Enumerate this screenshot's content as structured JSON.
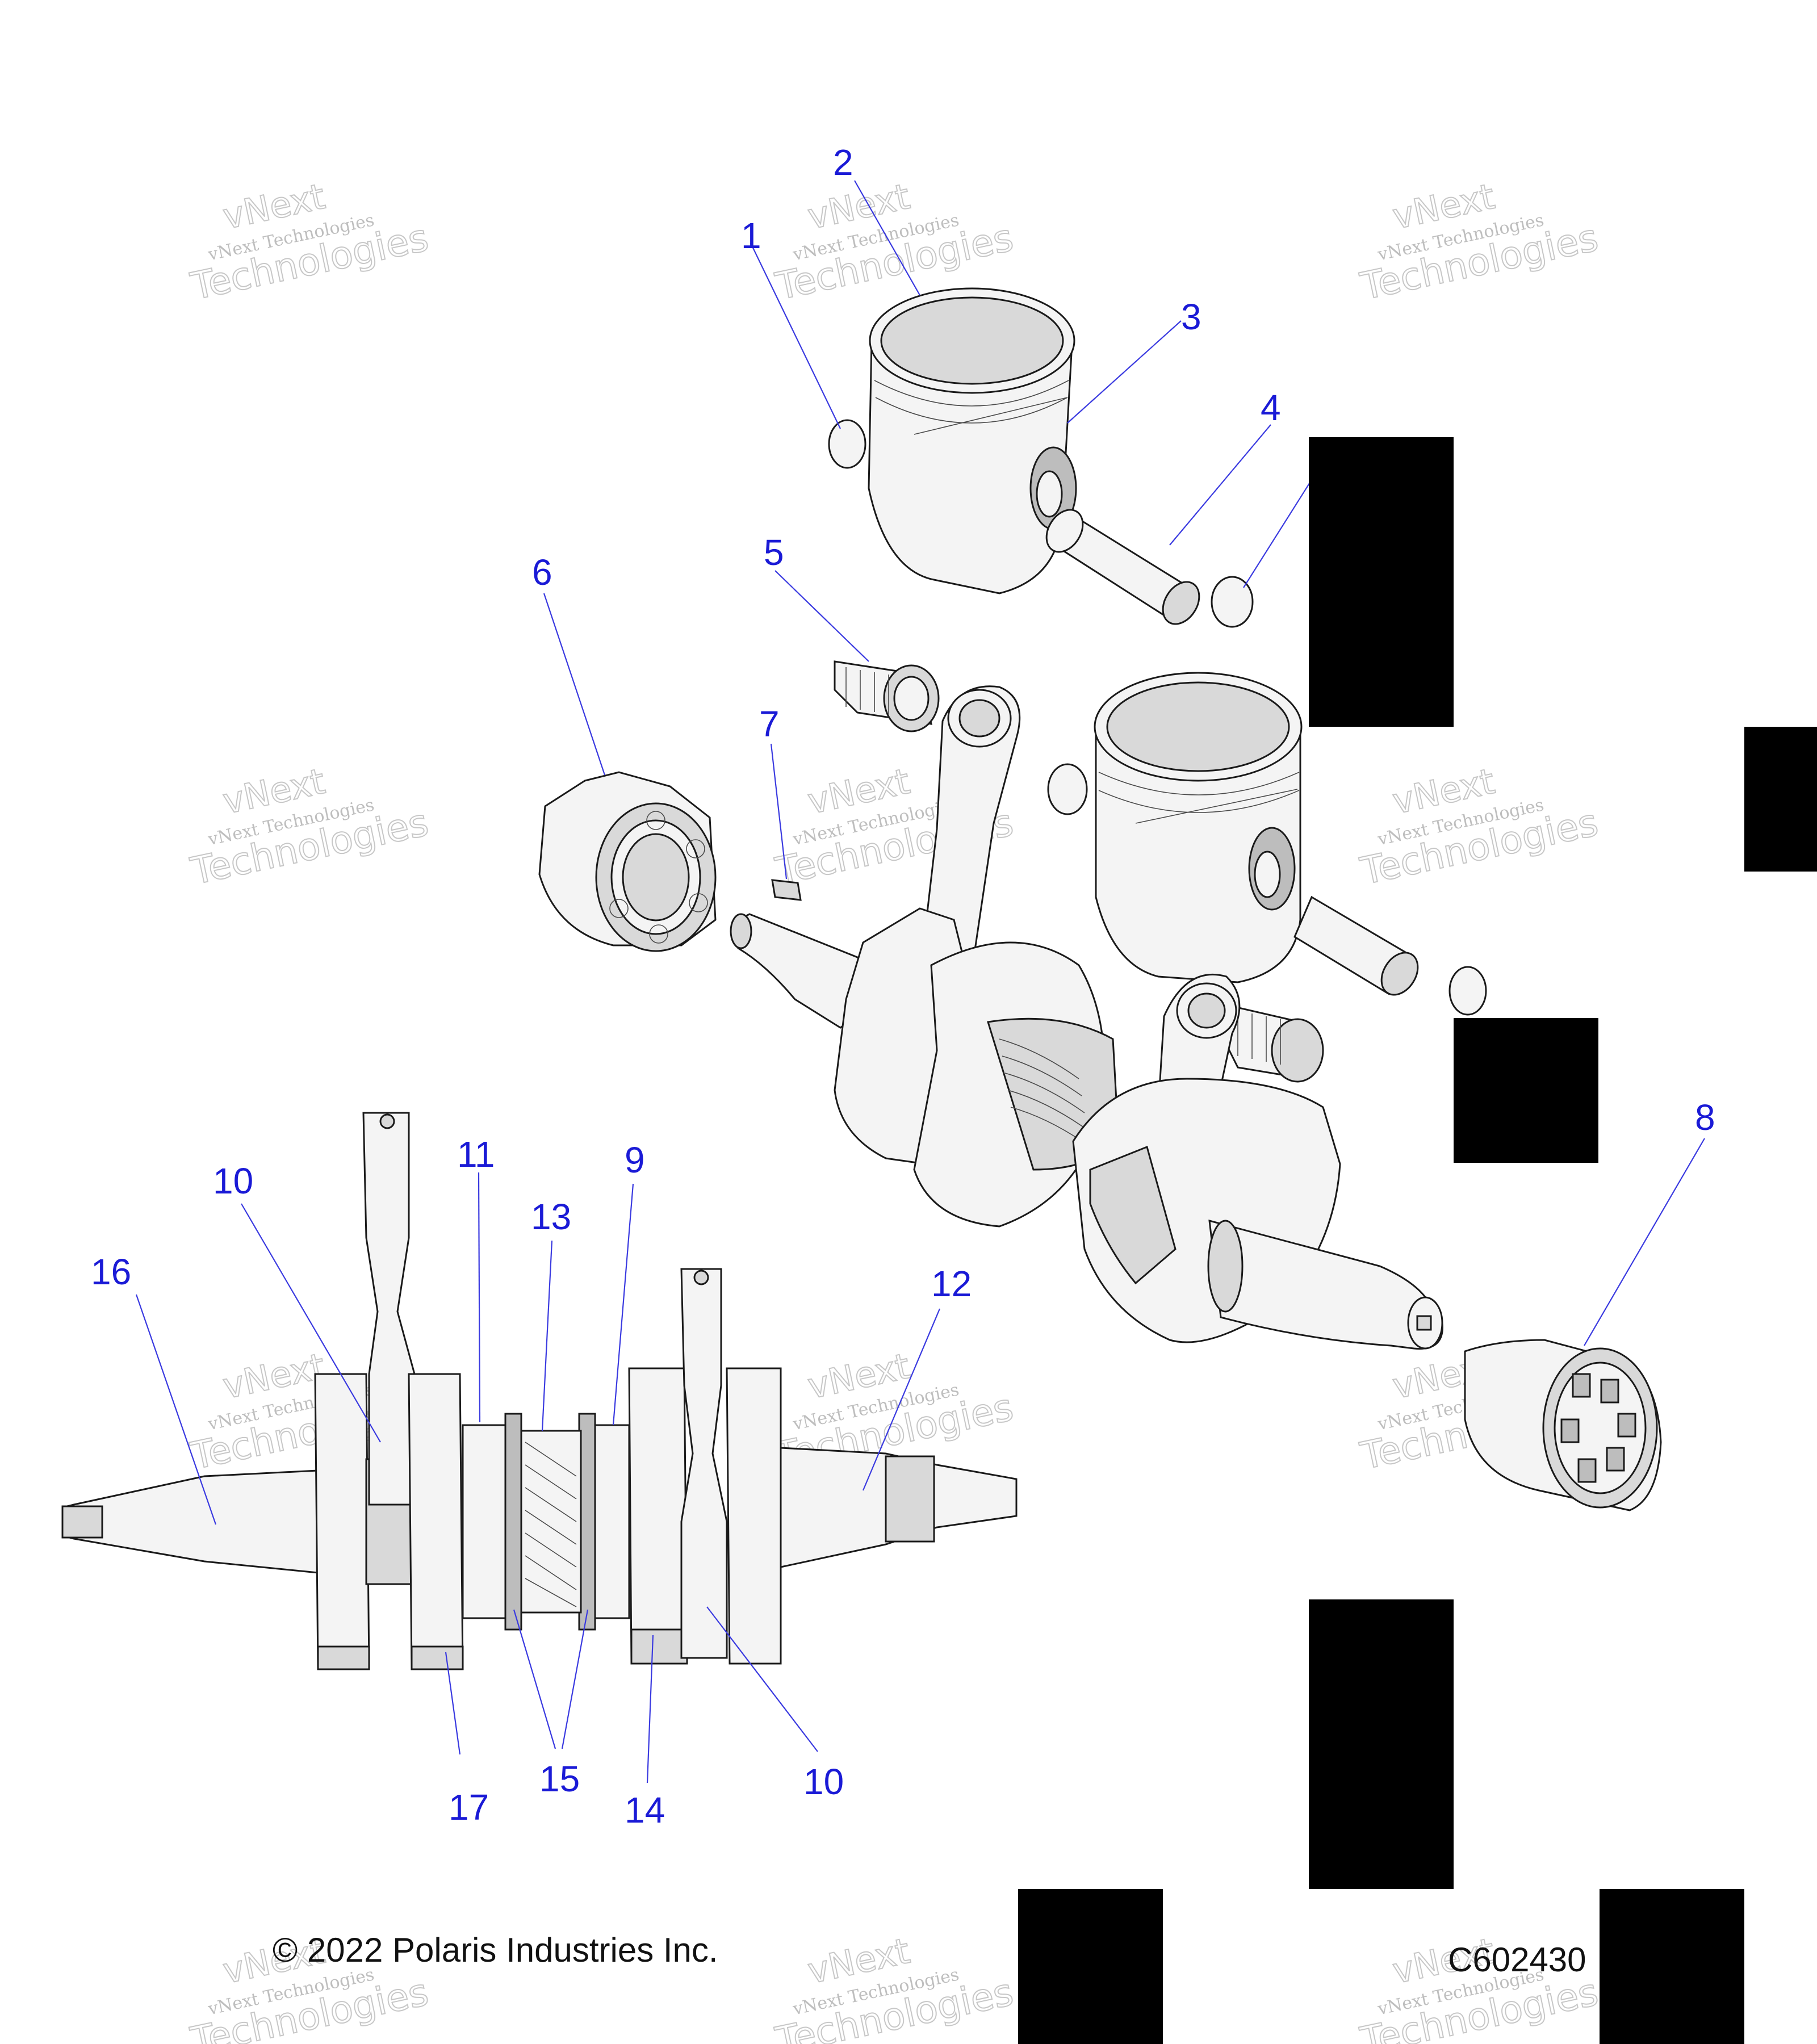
{
  "callouts": [
    "1",
    "2",
    "3",
    "4",
    "5",
    "6",
    "7",
    "8",
    "9",
    "10",
    "11",
    "12",
    "13",
    "14",
    "15",
    "16",
    "17",
    "10"
  ],
  "watermark": {
    "line1": "vNext Technologies",
    "line2": "vNext",
    "line3": "Technologies"
  },
  "footer": {
    "copyright": "© 2022 Polaris Industries Inc.",
    "diagram_code": "C602430"
  }
}
